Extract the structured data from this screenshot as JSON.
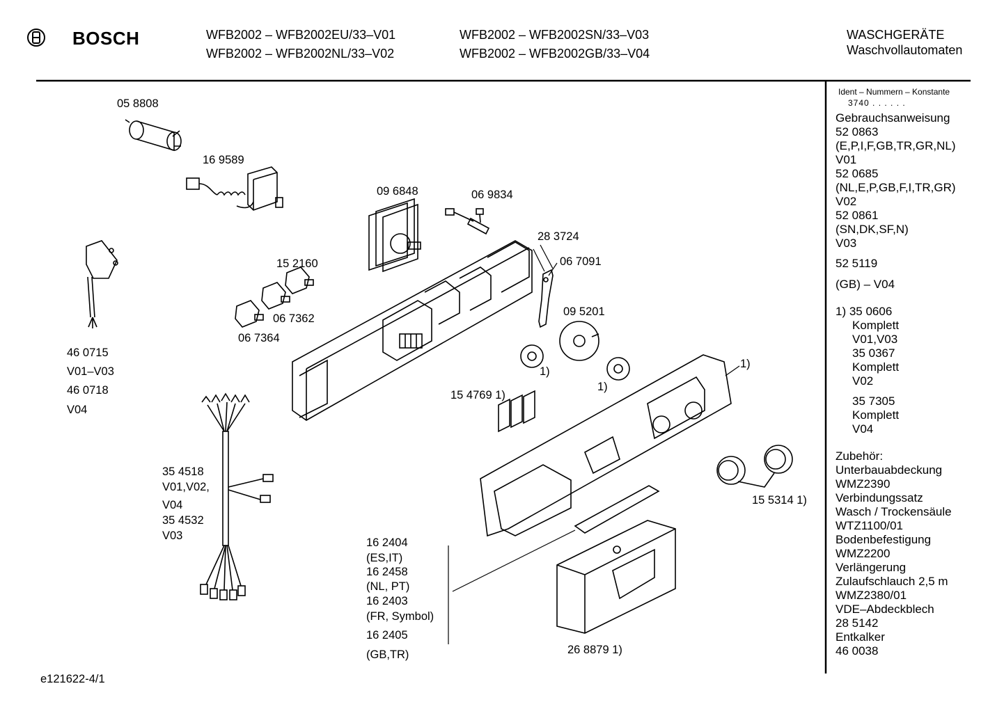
{
  "header": {
    "brand": "BOSCH",
    "models_left": [
      "WFB2002 – WFB2002EU/33–V01",
      "WFB2002 – WFB2002NL/33–V02"
    ],
    "models_right": [
      "WFB2002 – WFB2002SN/33–V03",
      "WFB2002 – WFB2002GB/33–V04"
    ],
    "category": [
      "WASCHGERÄTE",
      "Waschvollautomaten"
    ]
  },
  "parts": {
    "p058808": "05 8808",
    "p169589": "16 9589",
    "p096848": "09 6848",
    "p069834": "06 9834",
    "p283724": "28 3724",
    "p067091": "06 7091",
    "p152160": "15 2160",
    "p067362": "06 7362",
    "p067364": "06 7364",
    "p095201": "09 5201",
    "note1a": "1)",
    "note1b": "1)",
    "note1c": "1)",
    "p154769": "15 4769 1)",
    "p155314": "15 5314 1)",
    "p268879": "26 8879 1)",
    "cord": [
      "46 0715",
      "V01–V03",
      "46 0718",
      "V04"
    ],
    "harness": [
      "35 4518",
      "V01,V02,",
      "V04",
      "35 4532",
      "V03"
    ],
    "panels": [
      "16 2404",
      "(ES,IT)",
      "16 2458",
      "(NL, PT)",
      "16 2403",
      "(FR, Symbol)",
      "16 2405",
      "(GB,TR)"
    ]
  },
  "sidebar": {
    "ident_title": "Ident – Nummern – Konstante",
    "ident_value": "3740 . .   . . . .",
    "lines_a": [
      "Gebrauchsanweisung",
      "52 0863",
      "(E,P,I,F,GB,TR,GR,NL)",
      "V01",
      "52 0685",
      "(NL,E,P,GB,F,I,TR,GR)",
      "V02",
      "52 0861",
      "(SN,DK,SF,N)",
      "V03"
    ],
    "line_b": "52 5119",
    "line_c": "(GB) – V04",
    "komplett": [
      "1)  35 0606",
      "Komplett",
      "V01,V03",
      "35 0367",
      "Komplett",
      "V02"
    ],
    "komplett2": [
      "35 7305",
      "Komplett",
      "V04"
    ],
    "zubehoer": [
      "Zubehör:",
      "Unterbauabdeckung",
      "WMZ2390",
      "Verbindungssatz",
      "Wasch / Trockensäule",
      "WTZ1100/01",
      "Bodenbefestigung",
      "WMZ2200",
      "Verlängerung",
      "Zulaufschlauch 2,5 m",
      "WMZ2380/01",
      "VDE–Abdeckblech",
      "28 5142",
      "Entkalker",
      "46 0038"
    ]
  },
  "footer": {
    "code": "e121622-4/1"
  }
}
